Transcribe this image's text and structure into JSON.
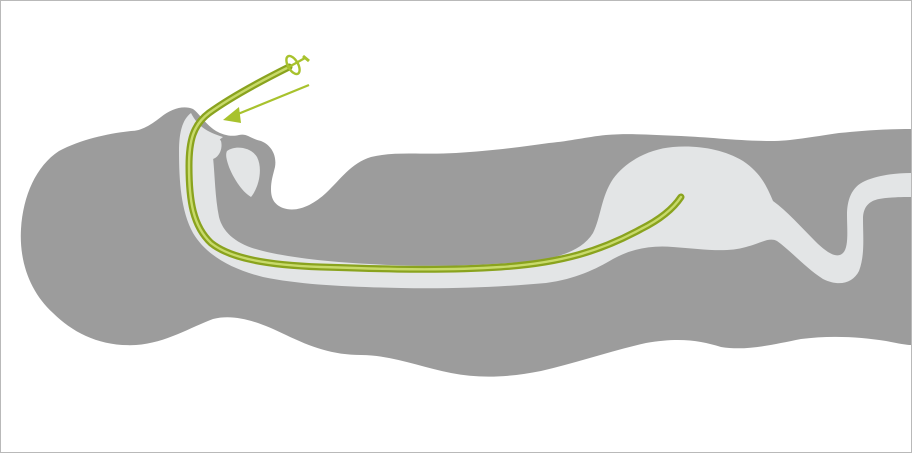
{
  "diagram": {
    "subject": "",
    "colors": {
      "body": "#9c9c9c",
      "tract": "#e3e5e6",
      "tube": "#a8c22d",
      "tube_dark": "#8aa31e",
      "frame": "#b9b9b9"
    },
    "icons": [
      "body-silhouette",
      "airway-tract",
      "feeding-tube",
      "tube-connector",
      "insertion-arrow"
    ]
  }
}
